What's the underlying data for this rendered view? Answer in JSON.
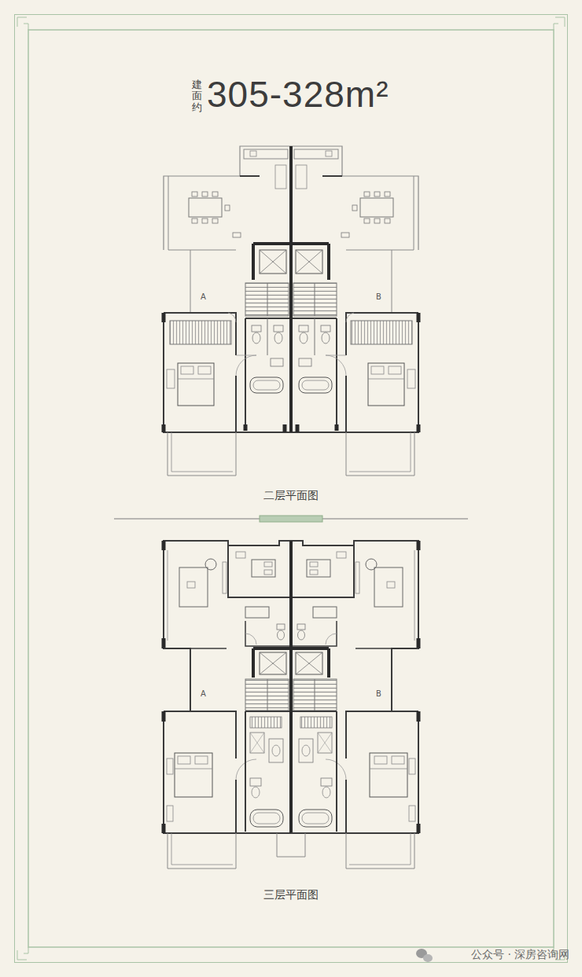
{
  "diagram": {
    "title": "305-328m²",
    "labels": [
      "建面约",
      "A",
      "B",
      "二层平面图",
      "A",
      "B",
      "三层平面图",
      "公众号 · 深房咨询网"
    ]
  }
}
